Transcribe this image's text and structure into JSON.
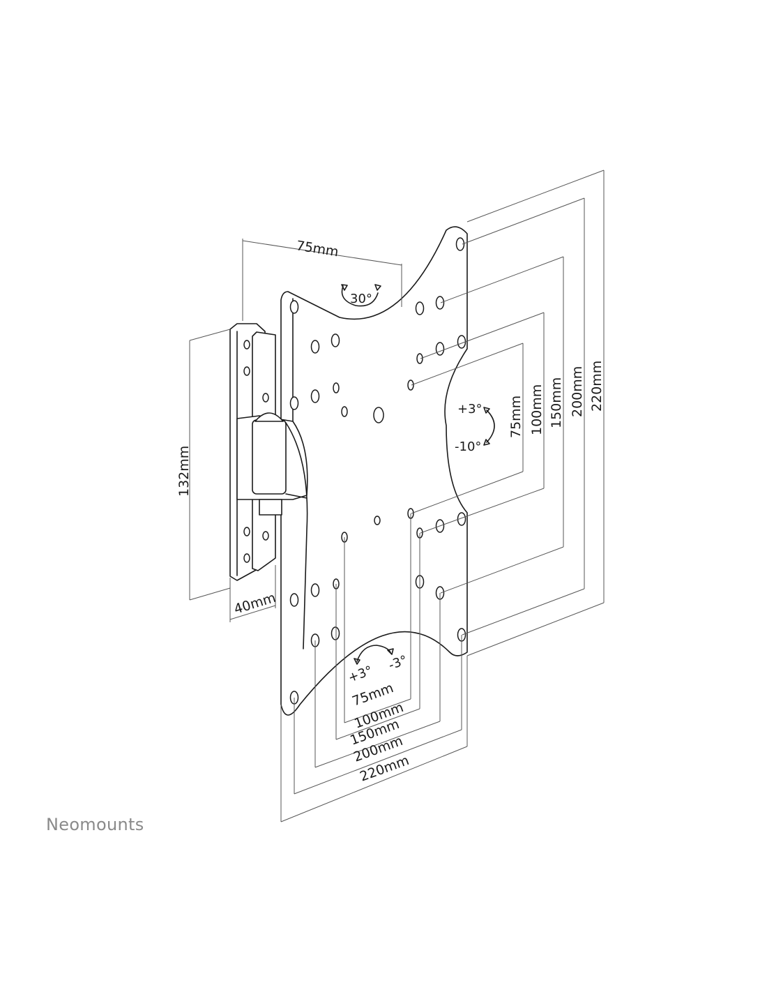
{
  "brand": {
    "name": "Neomounts"
  },
  "dimensions": {
    "arm_depth": "75mm",
    "wall_plate_height": "132mm",
    "wall_plate_depth": "40mm",
    "vesa_vertical": [
      "75mm",
      "100mm",
      "150mm",
      "200mm",
      "220mm"
    ],
    "vesa_horizontal": [
      "75mm",
      "100mm",
      "150mm",
      "200mm",
      "220mm"
    ]
  },
  "angles": {
    "swivel": "30°",
    "tilt_up": "+3°",
    "tilt_down": "-10°",
    "rotate_plus": "+3°",
    "rotate_minus": "-3°"
  },
  "colors": {
    "line": "#1a1a1a",
    "brand": "#8a8a8a"
  }
}
